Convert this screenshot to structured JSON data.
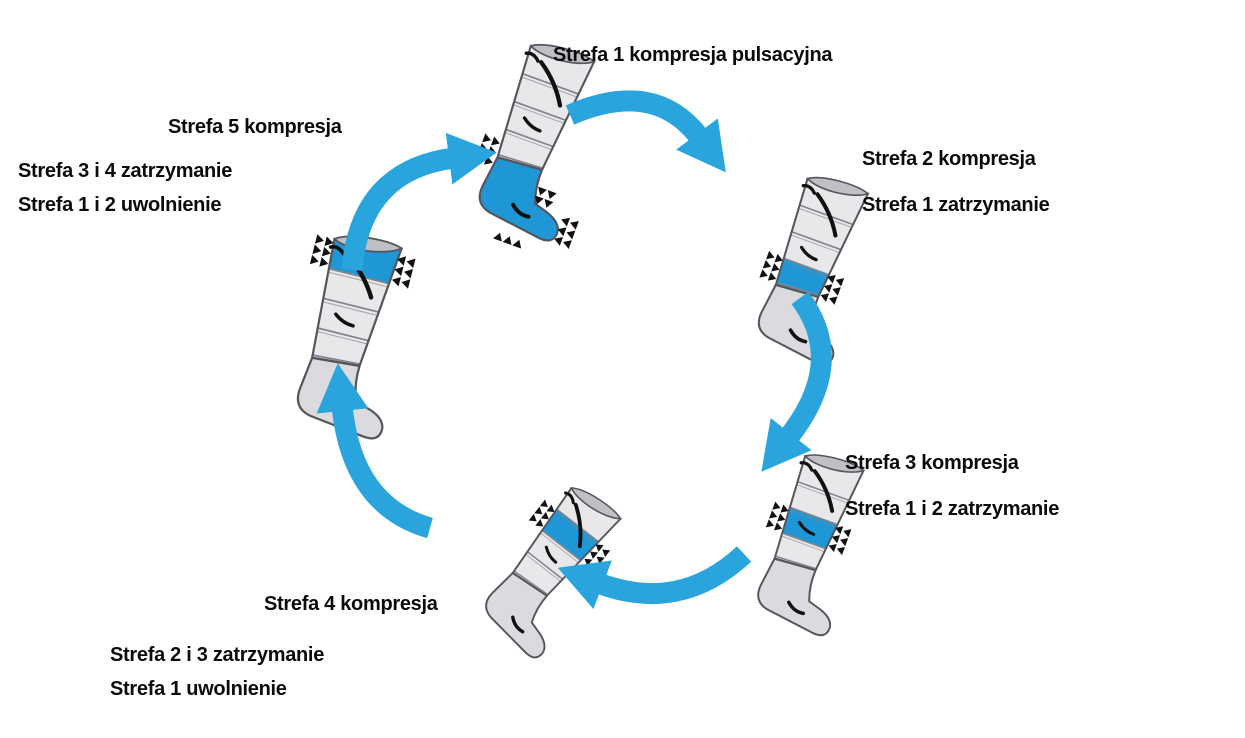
{
  "diagram": {
    "type": "cycle-diagram",
    "language": "pl",
    "subject": "sequential-pneumatic-compression-leg-sleeve",
    "stages": [
      {
        "id": 1,
        "active_zone": 1,
        "pulsating": true,
        "lines": [
          "Strefa 1 kompresja pulsacyjna"
        ]
      },
      {
        "id": 2,
        "active_zone": 2,
        "pulsating": false,
        "lines": [
          "Strefa 2 kompresja",
          "Strefa 1 zatrzymanie"
        ]
      },
      {
        "id": 3,
        "active_zone": 3,
        "pulsating": false,
        "lines": [
          "Strefa 3 kompresja",
          "Strefa 1 i 2 zatrzymanie"
        ]
      },
      {
        "id": 4,
        "active_zone": 4,
        "pulsating": false,
        "lines": [
          "Strefa 4 kompresja",
          "Strefa 2 i 3 zatrzymanie",
          "Strefa 1 uwolnienie"
        ]
      },
      {
        "id": 5,
        "active_zone": 5,
        "pulsating": false,
        "lines": [
          "Strefa 5 kompresja",
          "Strefa 3 i 4 zatrzymanie",
          "Strefa 1 i 2 uwolnienie"
        ]
      }
    ],
    "colors": {
      "arrow": "#2aa4dc",
      "active_zone": "#1f97d6",
      "boot_fill": "#e8e8eb",
      "boot_foot": "#dbdbdf",
      "boot_outline": "#55555c",
      "boot_band": "#84848c",
      "boot_opening": "#bfbfc6",
      "compression_marks": "#111111",
      "text": "#0b0b0b",
      "background": "#ffffff"
    }
  }
}
